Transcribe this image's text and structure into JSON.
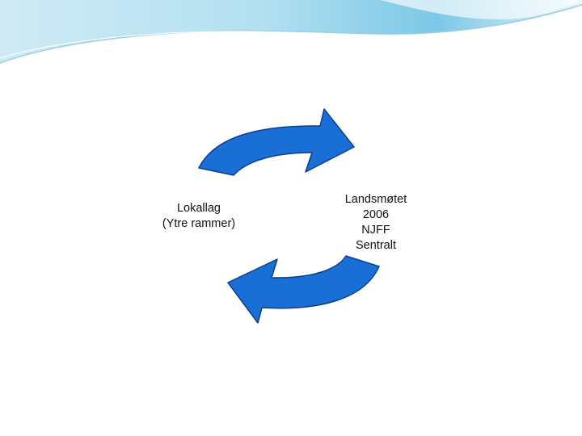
{
  "slide": {
    "left_label": {
      "lines": [
        "Lokallag",
        "(Ytre rammer)"
      ]
    },
    "right_label": {
      "lines": [
        "Landsmøtet",
        "2006",
        "NJFF",
        "Sentralt"
      ]
    }
  },
  "colors": {
    "banner_light": "#e4f4fa",
    "banner_mid": "#9fd6ea",
    "banner_dark": "#4fb3d9",
    "arrow_fill": "#1a6fd6",
    "arrow_stroke": "#0a3f8f",
    "label_text": "#111111"
  },
  "icons": {
    "top_arrow": "curved-arrow-right-icon",
    "bottom_arrow": "curved-arrow-left-icon"
  }
}
